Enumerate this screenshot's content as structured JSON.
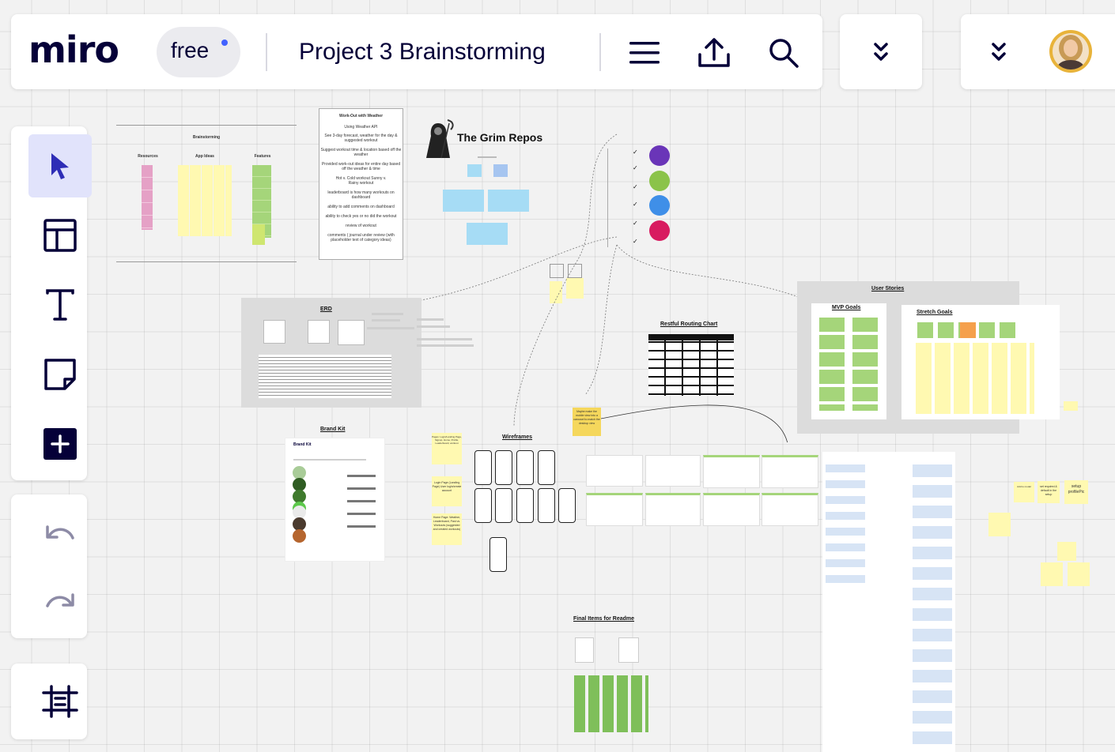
{
  "app": {
    "logo": "miro",
    "plan_badge": "free",
    "board_title": "Project 3 Brainstorming"
  },
  "icons": {
    "menu": "hamburger-icon",
    "share": "upload-icon",
    "search": "search-icon",
    "collapse": "chevrons-down-icon",
    "user": "avatar",
    "tools": [
      "select-cursor-icon",
      "templates-icon",
      "text-icon",
      "sticky-note-icon",
      "add-icon",
      "undo-icon",
      "redo-icon",
      "frame-icon"
    ]
  },
  "colors": {
    "brand_dot": "#4262ff",
    "active_tool": "#e1e3fb",
    "sticky_yellow": "#fff9b1",
    "sticky_green": "#a5d57a",
    "sticky_pink": "#e5a1c6"
  },
  "board": {
    "brainstorming": {
      "title": "Brainstorming",
      "cols": [
        "Resources",
        "App Ideas",
        "Features"
      ]
    },
    "workout_note": {
      "title": "Work-Out with Weather",
      "lines": [
        "Using Weather API",
        "See 3-day forecast, weather for the day & suggested workout",
        "Suggest workout time & location based off the weather",
        "Provided work-out ideas for entire day based off the weather & time",
        "Hot v. Cold workout Sunny v. Rainy workout",
        "leaderboard is how many workouts on dashboard",
        "ability to add comments on dashboard",
        "ability to check yes or no did the workout",
        "review of workout",
        "comments ( journal under review (with placeholder text of category ideas)"
      ]
    },
    "team_name": "The Grim Repos",
    "frames": {
      "erd": "ERD",
      "brand_kit": "Brand Kit",
      "brand_kit_inner": "Brand Kit",
      "wireframes": "Wireframes",
      "routing": "Restful Routing Chart",
      "user_stories": "User Stories",
      "mvp": "MVP Goals",
      "stretch": "Stretch Goals",
      "final": "Final Items for Readme"
    },
    "wire_notes": [
      "Pages: Login/Landing Page, Signup, Home, Profile, Leaderboard, workout",
      "Login Page (Landing Page) User login/create account",
      "Home Page: Weather, Leaderboard, Past vs. Workouts (suggested and created workouts)"
    ],
    "maybe_note": "Maybe make the mobile view into a carousel to match the desktop view",
    "right_notes": [
      "setup profilePic",
      "set required & default in the setup",
      "Add to model"
    ]
  }
}
